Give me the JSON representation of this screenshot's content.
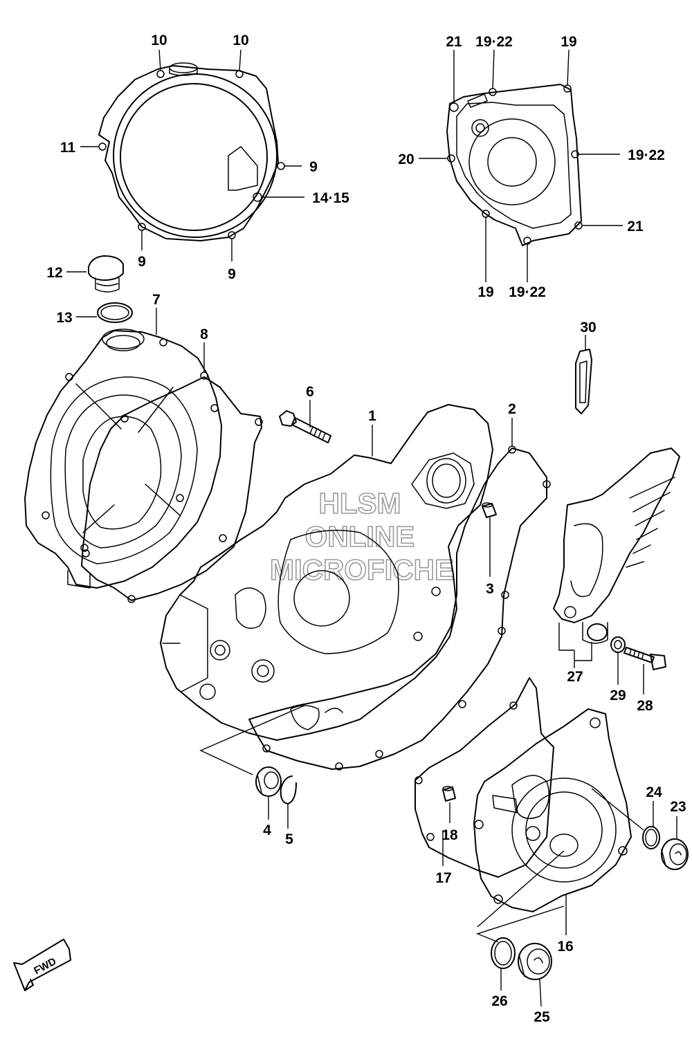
{
  "watermark": {
    "line1": "HLSM",
    "line2": "ONLINE",
    "line3": "MICROFICHE"
  },
  "fwd_label": "FWD",
  "callouts": {
    "c1": "1",
    "c2": "2",
    "c3": "3",
    "c4": "4",
    "c5": "5",
    "c6": "6",
    "c7": "7",
    "c8": "8",
    "c9a": "9",
    "c9b": "9",
    "c9c": "9",
    "c10a": "10",
    "c10b": "10",
    "c11": "11",
    "c12": "12",
    "c13": "13",
    "c14_15": "14·15",
    "c16": "16",
    "c17": "17",
    "c18": "18",
    "c19a": "19",
    "c19b": "19",
    "c19_22a": "19·22",
    "c19_22b": "19·22",
    "c19_22c": "19·22",
    "c20": "20",
    "c21a": "21",
    "c21b": "21",
    "c23": "23",
    "c24": "24",
    "c25": "25",
    "c26": "26",
    "c27": "27",
    "c28": "28",
    "c29": "29",
    "c30": "30"
  }
}
